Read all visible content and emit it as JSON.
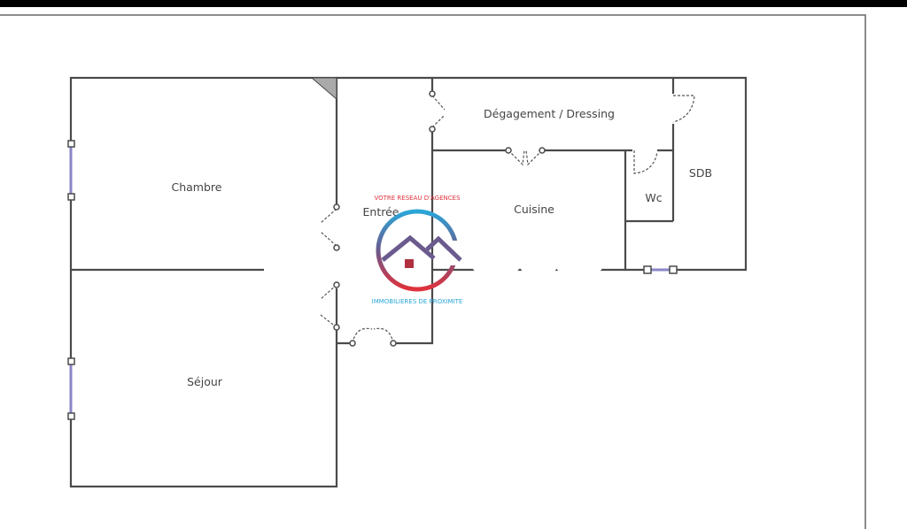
{
  "plan": {
    "rooms": [
      {
        "id": "chambre",
        "label": "Chambre"
      },
      {
        "id": "sejour",
        "label": "Séjour"
      },
      {
        "id": "entree",
        "label": "Entrée"
      },
      {
        "id": "degagement",
        "label": "Dégagement / Dressing"
      },
      {
        "id": "cuisine",
        "label": "Cuisine"
      },
      {
        "id": "wc",
        "label": "Wc"
      },
      {
        "id": "sdb",
        "label": "SDB"
      }
    ]
  },
  "logo": {
    "top_text": "VOTRE RESEAU D'AGENCES",
    "bottom_text": "IMMOBILIERES DE PROXIMITE",
    "colors": {
      "blue": "#2aa6d8",
      "red": "#e0323c",
      "purple": "#6b5a8e"
    }
  }
}
